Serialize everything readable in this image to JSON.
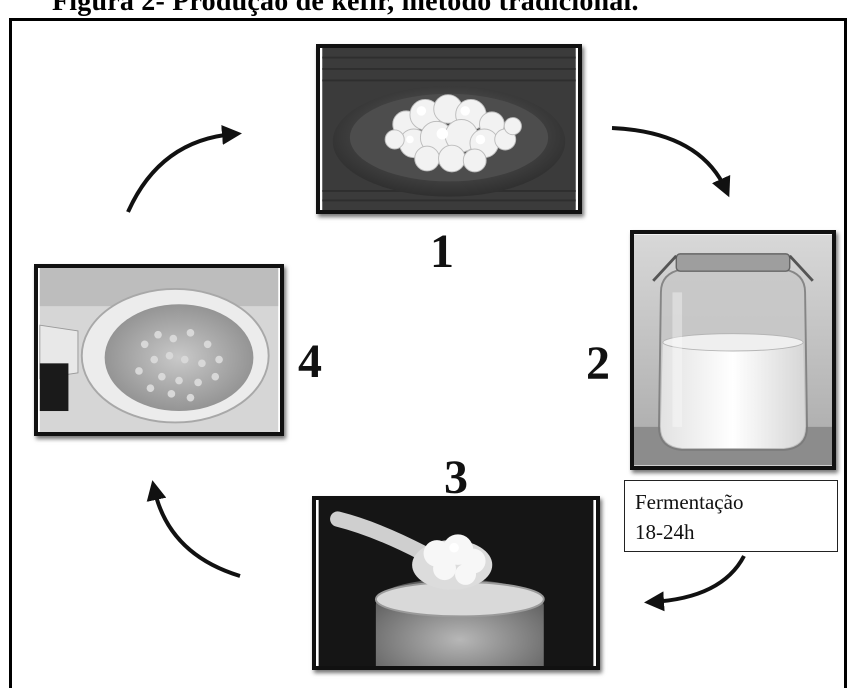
{
  "figure": {
    "caption": "Figura 2- Produção de kefir, método tradicional."
  },
  "steps": [
    {
      "number": "1",
      "image_icon": "kefir-grains-on-plate-icon"
    },
    {
      "number": "2",
      "image_icon": "milk-jar-icon"
    },
    {
      "number": "3",
      "image_icon": "kefir-spoon-jar-icon"
    },
    {
      "number": "4",
      "image_icon": "grains-in-strainer-icon"
    }
  ],
  "note": {
    "line1": "Fermentação",
    "line2": "18-24h"
  }
}
